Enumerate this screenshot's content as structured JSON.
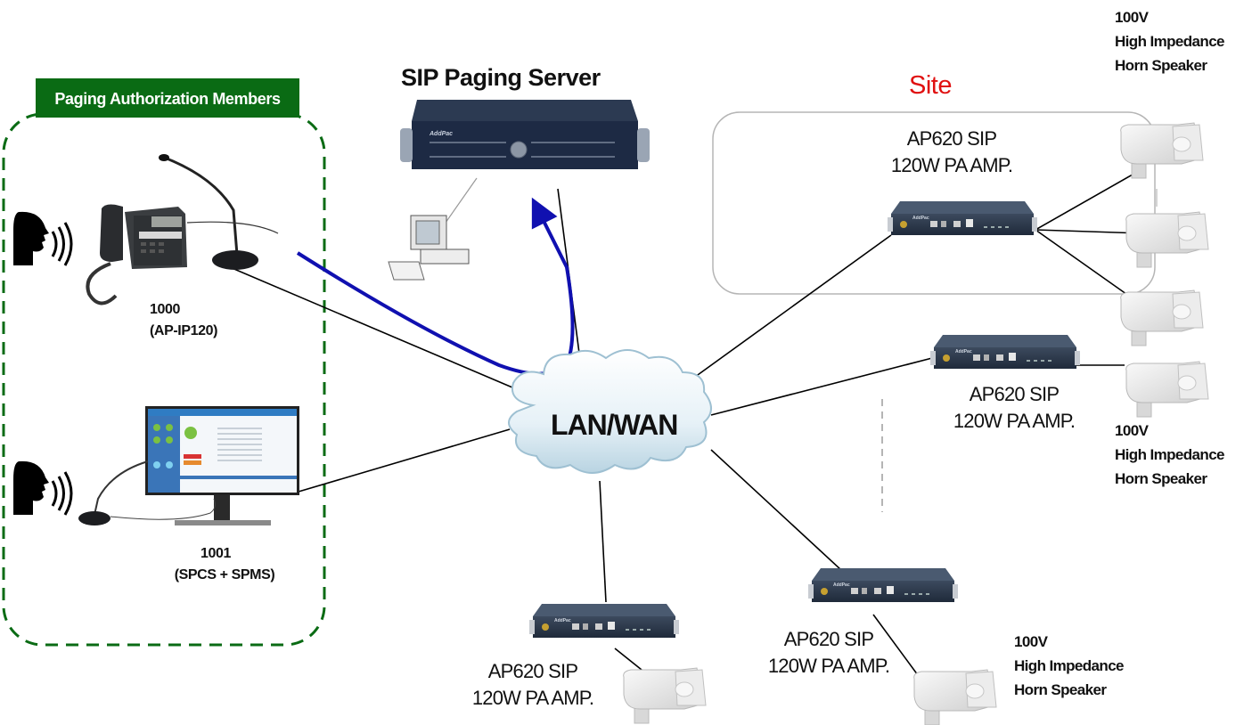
{
  "diagram": {
    "title": "SIP Paging System Network Topology",
    "colors": {
      "group_border": "#0a6b14",
      "group_header_bg": "#0a6b14",
      "site_label": "#e01010",
      "paging_flow_arrow": "#1010b0",
      "links": "#000000",
      "site_boundary": "#b0b0b0"
    },
    "paging_group": {
      "title": "Paging Authorization Members",
      "members": [
        {
          "extension": "1000",
          "device": "(AP-IP120)",
          "icon": "ip-phone-with-gooseneck-mic"
        },
        {
          "extension": "1001",
          "device": "(SPCS + SPMS)",
          "icon": "pc-monitor-with-gooseneck-mic"
        }
      ],
      "speaker_icon": "speaking-person-icon"
    },
    "server": {
      "title": "SIP Paging Server",
      "brand": "AddPac",
      "admin_pc_icon": "desktop-computer-icon"
    },
    "network": {
      "label": "LAN/WAN",
      "icon": "cloud-icon"
    },
    "site": {
      "label": "Site"
    },
    "amplifiers": [
      {
        "id": "amp-site",
        "line1": "AP620 SIP",
        "line2": "120W PA AMP.",
        "brand": "AddPac",
        "speakers": 3
      },
      {
        "id": "amp-right",
        "line1": "AP620 SIP",
        "line2": "120W PA AMP.",
        "brand": "AddPac",
        "speakers": 1
      },
      {
        "id": "amp-bottom-right",
        "line1": "AP620 SIP",
        "line2": "120W PA AMP.",
        "brand": "AddPac",
        "speakers": 1
      },
      {
        "id": "amp-bottom",
        "line1": "AP620 SIP",
        "line2": "120W PA AMP.",
        "brand": "AddPac",
        "speakers": 1
      }
    ],
    "speaker_labels": [
      {
        "line1": "100V",
        "line2": "High Impedance",
        "line3": "Horn Speaker"
      },
      {
        "line1": "100V",
        "line2": "High Impedance",
        "line3": "Horn Speaker"
      },
      {
        "line1": "100V",
        "line2": "High Impedance",
        "line3": "Horn Speaker"
      }
    ]
  }
}
